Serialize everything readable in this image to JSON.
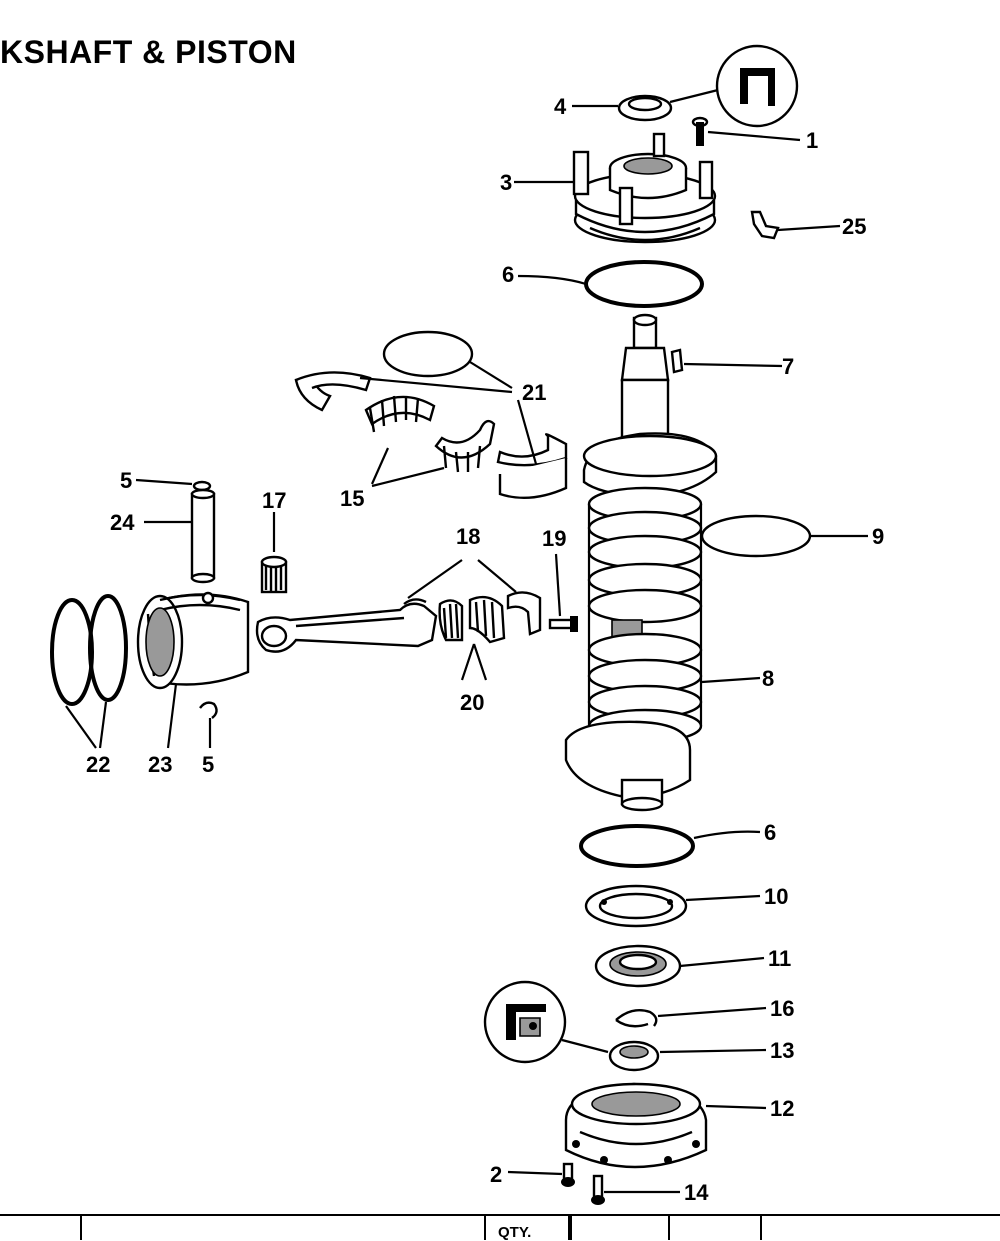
{
  "title": "KSHAFT & PISTON",
  "callouts": {
    "c1": "1",
    "c2": "2",
    "c3": "3",
    "c4": "4",
    "c5a": "5",
    "c5b": "5",
    "c6a": "6",
    "c6b": "6",
    "c7": "7",
    "c8": "8",
    "c9": "9",
    "c10": "10",
    "c11": "11",
    "c12": "12",
    "c13": "13",
    "c14": "14",
    "c15": "15",
    "c16": "16",
    "c17": "17",
    "c18": "18",
    "c19": "19",
    "c20": "20",
    "c21": "21",
    "c22": "22",
    "c23": "23",
    "c24": "24",
    "c25": "25"
  },
  "footer": {
    "qty_label": "QTY."
  }
}
